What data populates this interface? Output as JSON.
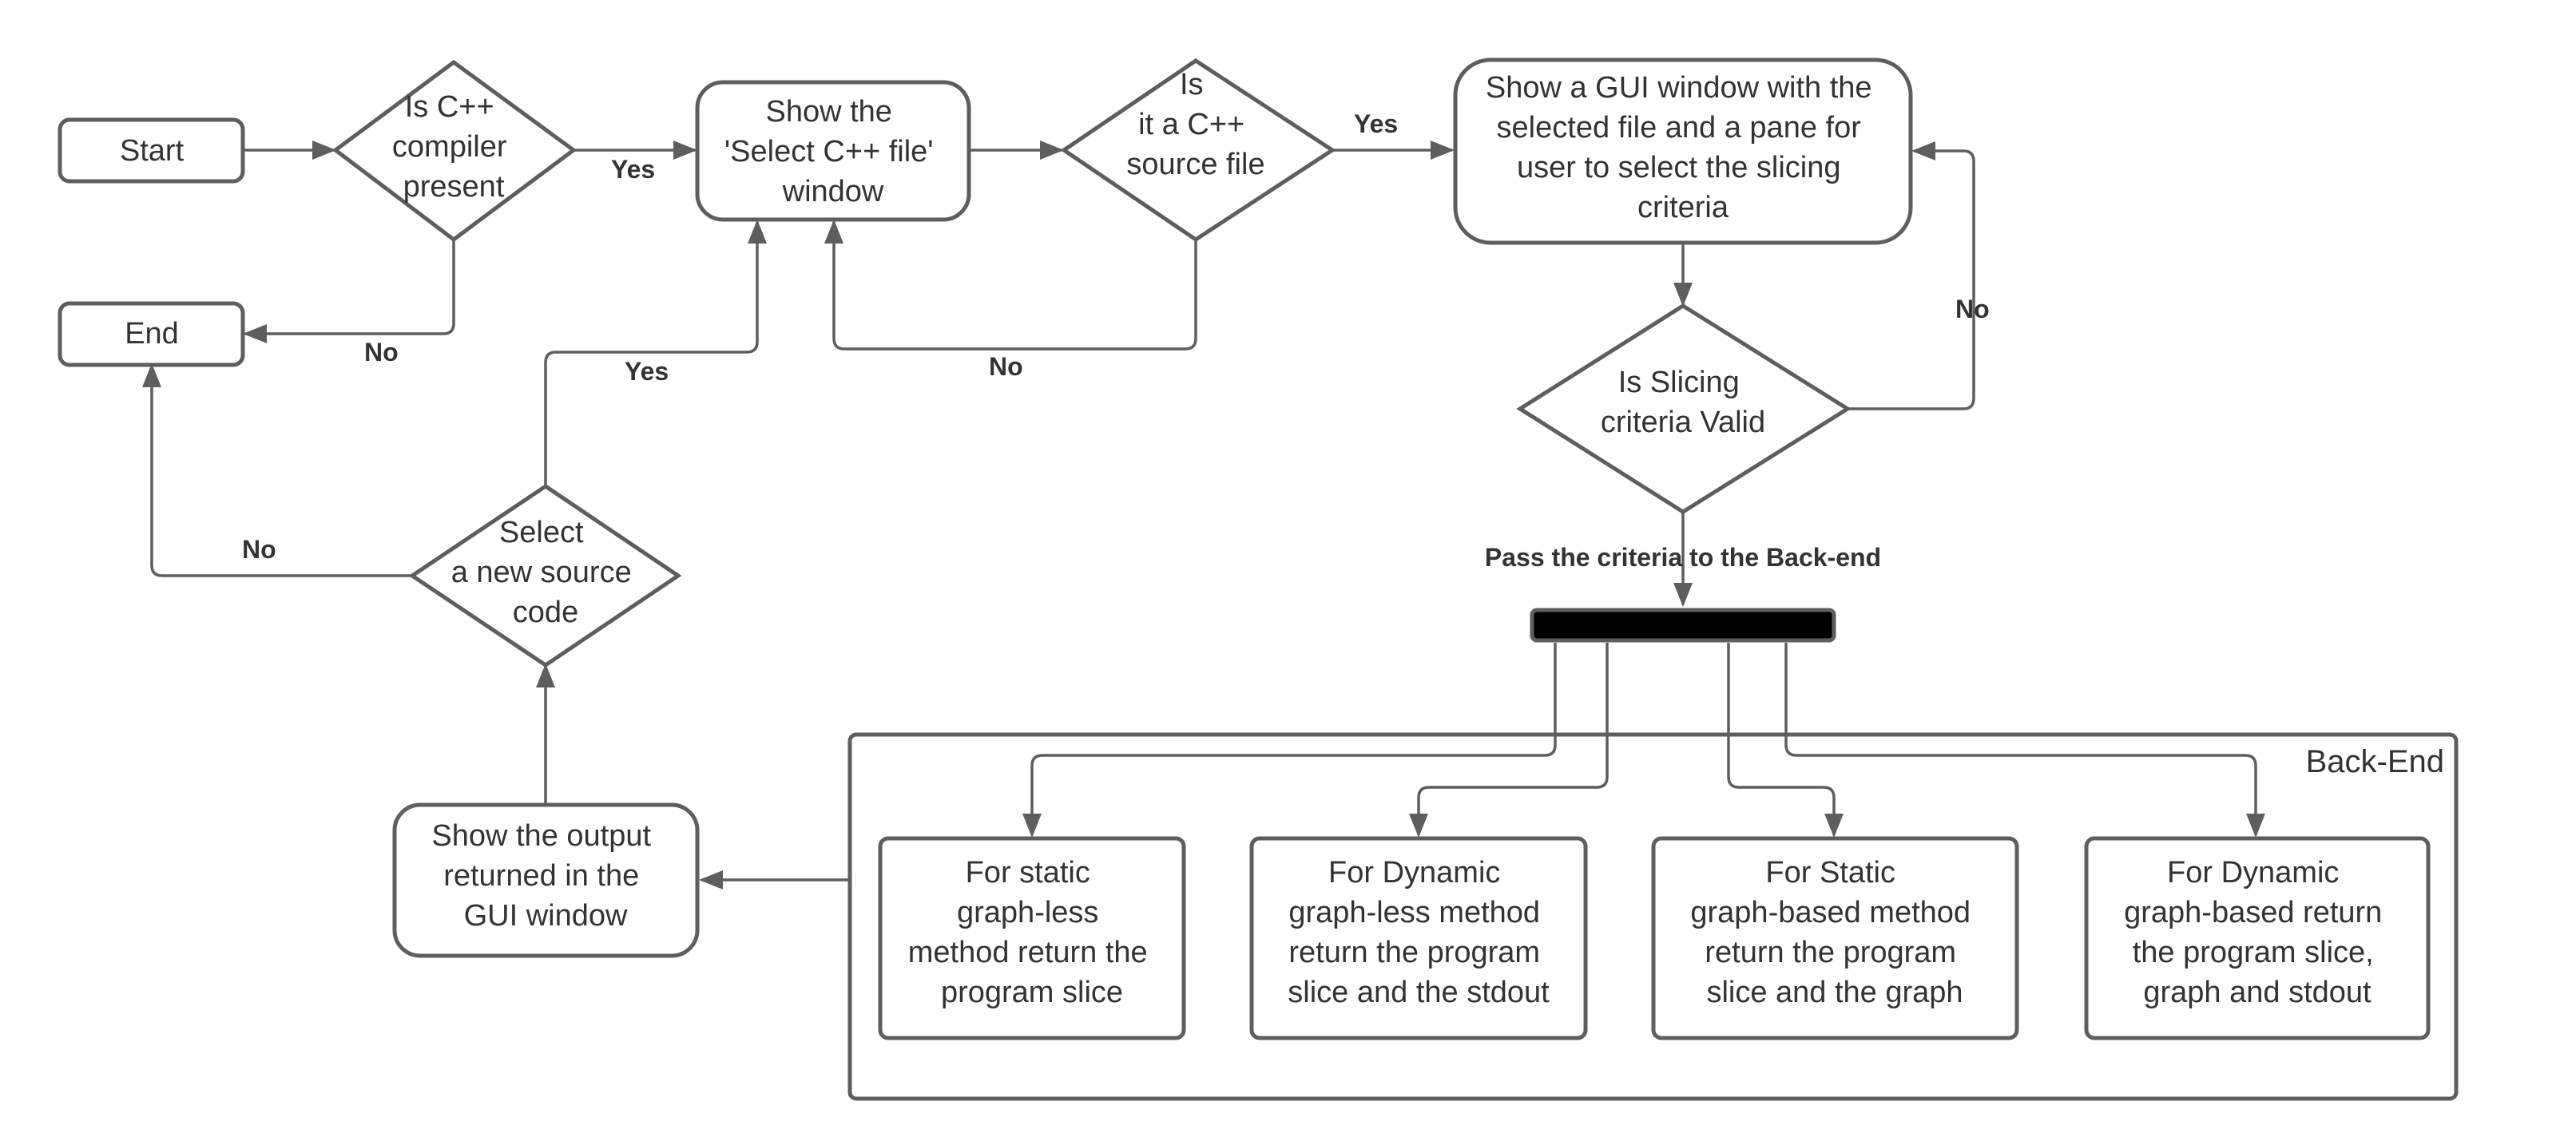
{
  "nodes": {
    "start": {
      "lines": [
        "Start"
      ]
    },
    "end": {
      "lines": [
        "End"
      ]
    },
    "compiler": {
      "lines": [
        "Is C++",
        "compiler",
        "present"
      ]
    },
    "select_file": {
      "lines": [
        "Show the",
        "'Select C++ file'",
        "window"
      ]
    },
    "is_cpp": {
      "lines": [
        "Is",
        "it a C++",
        "source file"
      ]
    },
    "gui_window": {
      "lines": [
        "Show a GUI window with the",
        "selected file and a pane for",
        "user to select the slicing",
        "criteria"
      ]
    },
    "valid": {
      "lines": [
        "Is Slicing",
        "criteria Valid"
      ]
    },
    "new_source": {
      "lines": [
        "Select",
        "a new source",
        "code"
      ]
    },
    "output": {
      "lines": [
        "Show the output",
        "returned in the",
        "GUI window"
      ]
    },
    "static_less": {
      "lines": [
        "For static",
        "graph-less",
        "method return the",
        "program slice"
      ]
    },
    "dynamic_less": {
      "lines": [
        "For Dynamic",
        "graph-less method",
        "return the program",
        "slice and the stdout"
      ]
    },
    "static_based": {
      "lines": [
        "For Static",
        "graph-based method",
        "return the program",
        "slice and the graph"
      ]
    },
    "dynamic_based": {
      "lines": [
        "For Dynamic",
        "graph-based return",
        "the program slice,",
        "graph and stdout"
      ]
    }
  },
  "group": {
    "label": "Back-End"
  },
  "edge_labels": {
    "compiler_yes": "Yes",
    "compiler_no": "No",
    "is_cpp_yes": "Yes",
    "is_cpp_no": "No",
    "valid_no": "No",
    "pass_criteria": "Pass the criteria to the Back-end",
    "new_source_yes": "Yes",
    "new_source_no": "No"
  },
  "colors": {
    "stroke": "#5e5e5e",
    "text": "#333333",
    "fork_bar": "#000000",
    "background": "#ffffff"
  }
}
